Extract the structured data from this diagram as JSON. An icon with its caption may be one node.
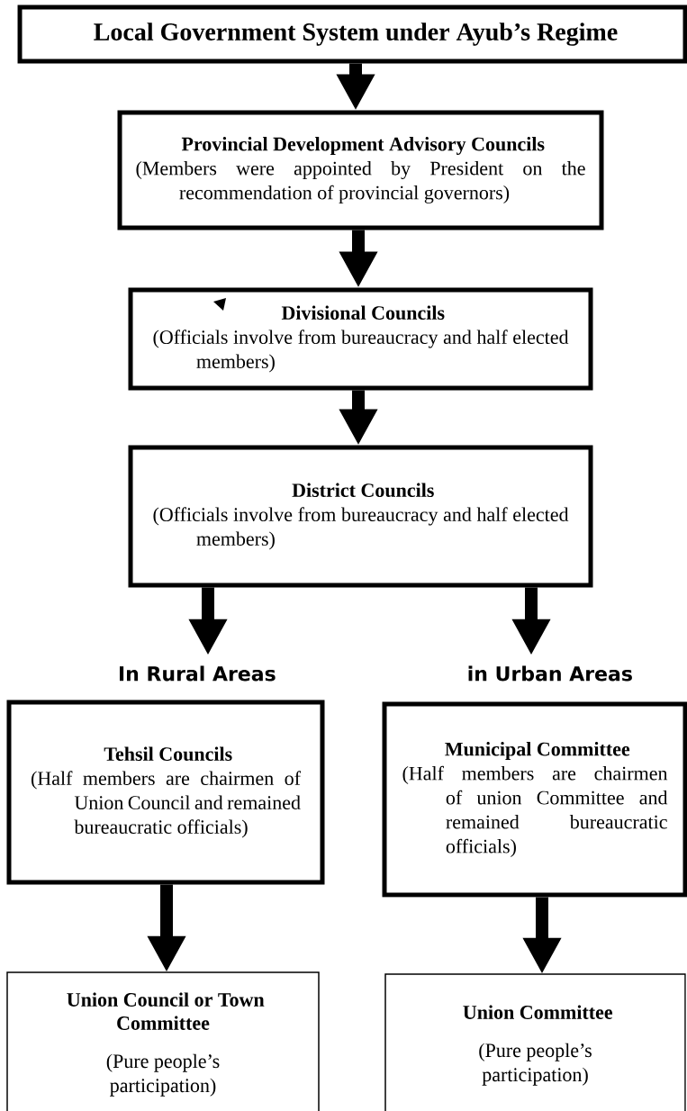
{
  "diagram": {
    "nodes": [
      {
        "text": [
          "Local Government System under Ayub’s Regime"
        ]
      },
      {
        "text": [
          "Provincial Development Advisory Councils",
          "(Members were appointed by President on the recommendation of provincial governors)"
        ]
      },
      {
        "text": [
          "Divisional Councils",
          "(Officials involve from bureaucracy and half elected members)"
        ]
      },
      {
        "text": [
          "District Councils",
          "(Officials involve from bureaucracy and half elected members)"
        ]
      },
      {
        "text": [
          "In Rural Areas"
        ]
      },
      {
        "text": [
          "in Urban Areas"
        ]
      },
      {
        "text": [
          "Tehsil Councils",
          "(Half members are chairmen of Union Council and remained bureaucratic officials)"
        ]
      },
      {
        "text": [
          "Municipal Committee",
          "(Half members are chairmen of union Committee and remained bureaucratic officials)"
        ]
      },
      {
        "text": [
          "Union Council or Town Committee",
          "(Pure people’s participation)"
        ]
      },
      {
        "text": [
          "Union Committee",
          "(Pure people’s participation)"
        ]
      }
    ],
    "edges": [
      {
        "from": 0,
        "to": 1,
        "arrow": "to"
      },
      {
        "from": 1,
        "to": 2,
        "arrow": "to"
      },
      {
        "from": 2,
        "to": 3,
        "arrow": "to"
      },
      {
        "from": 3,
        "to": 4,
        "arrow": "to"
      },
      {
        "from": 3,
        "to": 5,
        "arrow": "to"
      },
      {
        "from": 6,
        "to": 8,
        "arrow": "to"
      },
      {
        "from": 7,
        "to": 9,
        "arrow": "to"
      }
    ]
  }
}
